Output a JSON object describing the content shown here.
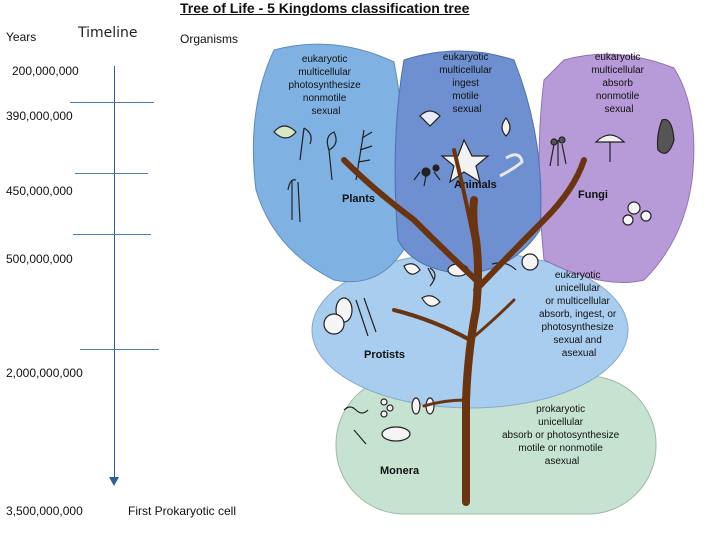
{
  "title": "Tree of Life - 5 Kingdoms classification tree",
  "years_header": "Years",
  "timeline_header": "Timeline",
  "organisms_header": "Organisms",
  "timeline": {
    "years": [
      "200,000,000",
      "390,000,000",
      "450,000,000",
      "500,000,000",
      "2,000,000,000",
      "3,500,000,000"
    ],
    "end_label": "First Prokaryotic cell"
  },
  "kingdoms": {
    "plants": {
      "name": "Plants",
      "traits": [
        "eukaryotic",
        "multicellular",
        "photosynthesize",
        "nonmotile",
        "sexual"
      ],
      "color": "#7fb2e3"
    },
    "animals": {
      "name": "Animals",
      "traits": [
        "eukaryotic",
        "multicellular",
        "ingest",
        "motile",
        "sexual"
      ],
      "color": "#6e8fd0"
    },
    "fungi": {
      "name": "Fungi",
      "traits": [
        "eukaryotic",
        "multicellular",
        "absorb",
        "nonmotile",
        "sexual"
      ],
      "color": "#b79ad8"
    },
    "protists": {
      "name": "Protists",
      "traits": [
        "eukaryotic",
        "unicellular",
        "or multicellular",
        "absorb, ingest, or",
        "photosynthesize",
        "sexual and",
        "asexual"
      ],
      "color": "#a9cdee"
    },
    "monera": {
      "name": "Monera",
      "traits": [
        "prokaryotic",
        "unicellular",
        "absorb or photosynthesize",
        "motile or nonmotile",
        "asexual"
      ],
      "color": "#c6e3d2"
    }
  }
}
